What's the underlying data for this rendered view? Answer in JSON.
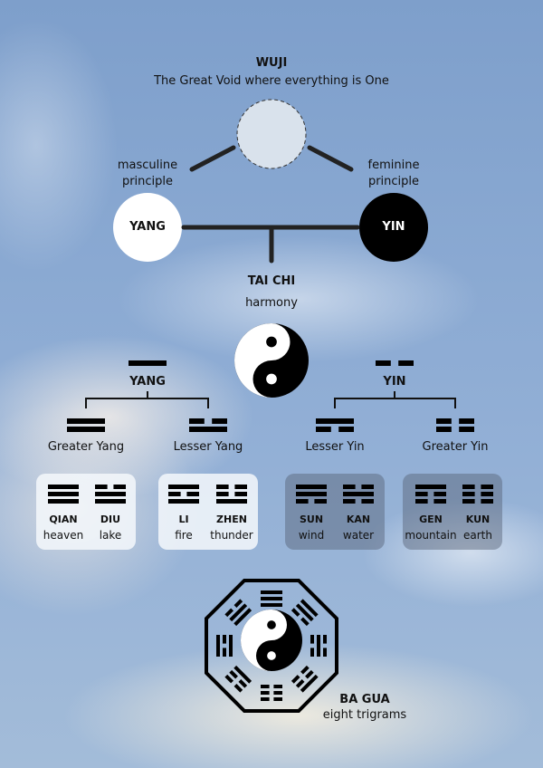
{
  "wuji": {
    "title": "WUJI",
    "subtitle": "The Great Void where everything is One"
  },
  "masculine": {
    "line1": "masculine",
    "line2": "principle"
  },
  "feminine": {
    "line1": "feminine",
    "line2": "principle"
  },
  "yang_circle": "YANG",
  "yin_circle": "YIN",
  "taichi": {
    "title": "TAI CHI",
    "subtitle": "harmony"
  },
  "yang_branch": {
    "label": "YANG",
    "line": "1"
  },
  "yin_branch": {
    "label": "YIN",
    "line": "0"
  },
  "bigrams": [
    {
      "label": "Greater Yang",
      "lines": "11"
    },
    {
      "label": "Lesser Yang",
      "lines": "01"
    },
    {
      "label": "Lesser Yin",
      "lines": "10"
    },
    {
      "label": "Greater Yin",
      "lines": "00"
    }
  ],
  "trigrams": [
    {
      "name": "QIAN",
      "meaning": "heaven",
      "lines": "111"
    },
    {
      "name": "DIU",
      "meaning": "lake",
      "lines": "011"
    },
    {
      "name": "LI",
      "meaning": "fire",
      "lines": "101"
    },
    {
      "name": "ZHEN",
      "meaning": "thunder",
      "lines": "001"
    },
    {
      "name": "SUN",
      "meaning": "wind",
      "lines": "110"
    },
    {
      "name": "KAN",
      "meaning": "water",
      "lines": "010"
    },
    {
      "name": "GEN",
      "meaning": "mountain",
      "lines": "100"
    },
    {
      "name": "KUN",
      "meaning": "earth",
      "lines": "000"
    }
  ],
  "bagua": {
    "title": "BA GUA",
    "subtitle": "eight trigrams",
    "order": [
      "QIAN",
      "SUN",
      "KAN",
      "GEN",
      "KUN",
      "ZHEN",
      "LI",
      "DIU"
    ]
  }
}
